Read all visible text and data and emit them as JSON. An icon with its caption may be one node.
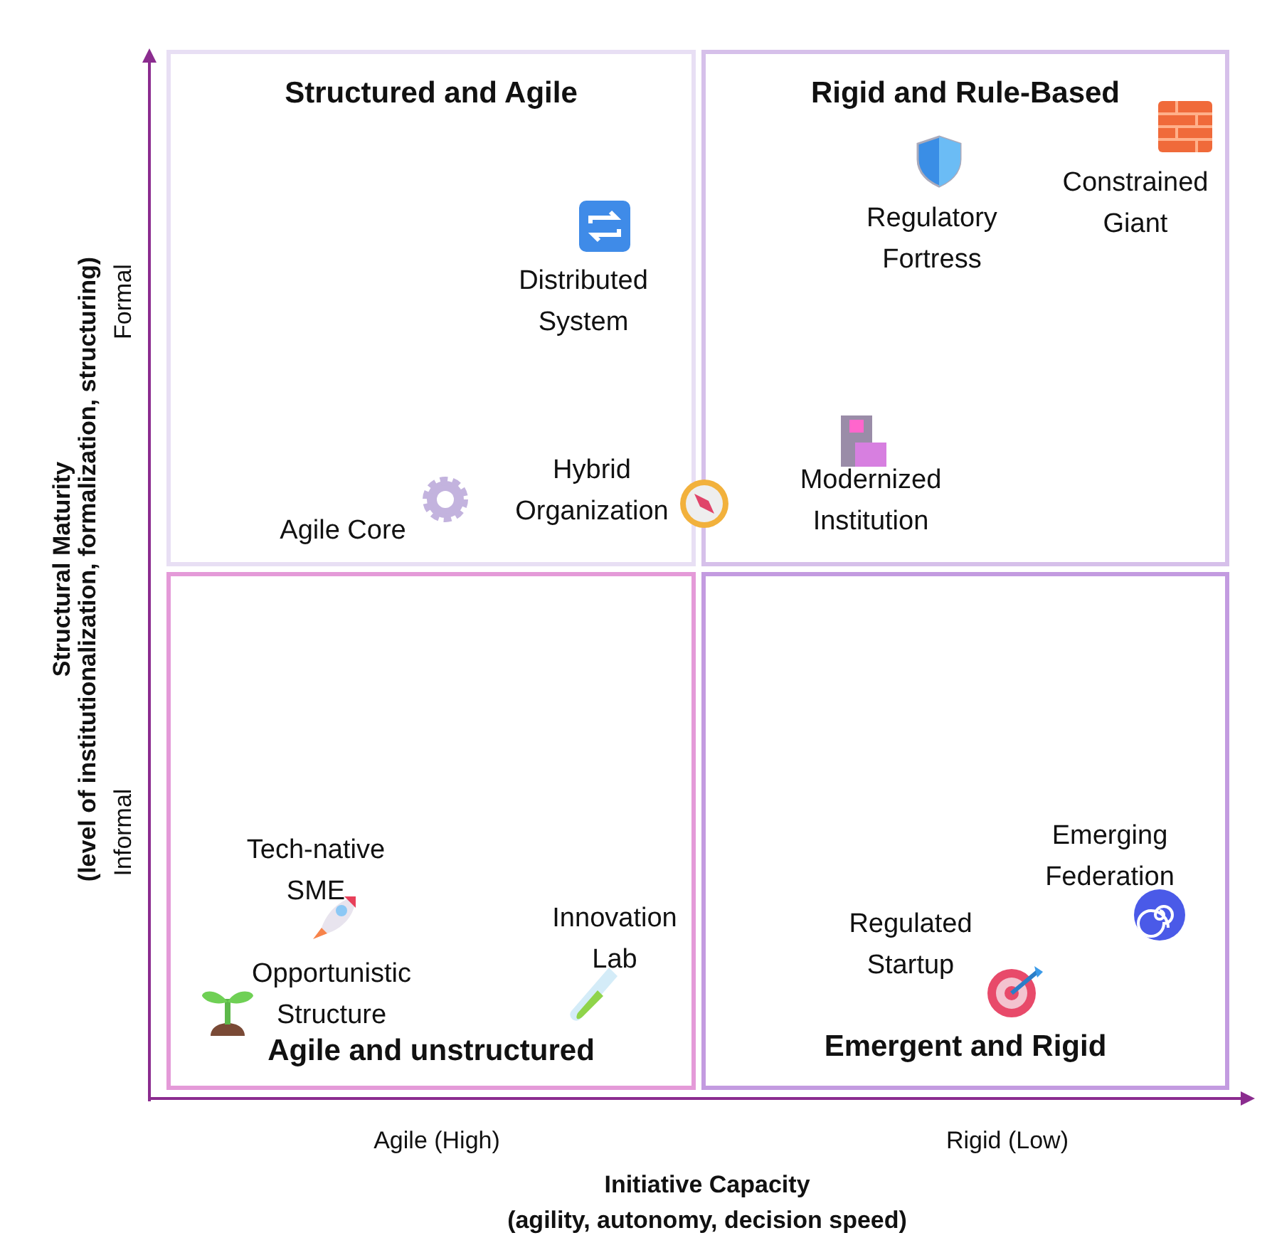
{
  "diagram": {
    "nodes": [
      {
        "text": [
          "Structured and Agile"
        ]
      },
      {
        "text": [
          "Distributed System"
        ],
        "in": 0
      },
      {
        "text": [
          "Hybrid Organization"
        ],
        "in": 0
      },
      {
        "text": [
          "Agile Core"
        ],
        "in": 0
      },
      {
        "text": [
          "Rigid and Rule-Based"
        ]
      },
      {
        "text": [
          "Regulatory Fortress"
        ],
        "in": 4
      },
      {
        "text": [
          "Constrained Giant"
        ],
        "in": 4
      },
      {
        "text": [
          "Modernized Institution"
        ],
        "in": 4
      },
      {
        "text": [
          "Agile and unstructured"
        ]
      },
      {
        "text": [
          "Tech-native SME"
        ],
        "in": 8
      },
      {
        "text": [
          "Innovation Lab"
        ],
        "in": 8
      },
      {
        "text": [
          "Opportunistic Structure"
        ],
        "in": 8
      },
      {
        "text": [
          "Emergent and Rigid"
        ]
      },
      {
        "text": [
          "Emerging Federation"
        ],
        "in": 12
      },
      {
        "text": [
          "Regulated Startup"
        ],
        "in": 12
      }
    ],
    "labels": [
      "Structural Maturity",
      "(level of institutionalization, formalization, structuring)",
      "Formal",
      "Informal",
      "Agile (High)",
      "Rigid (Low)",
      "Initiative Capacity",
      "(agility, autonomy, decision speed)"
    ]
  }
}
